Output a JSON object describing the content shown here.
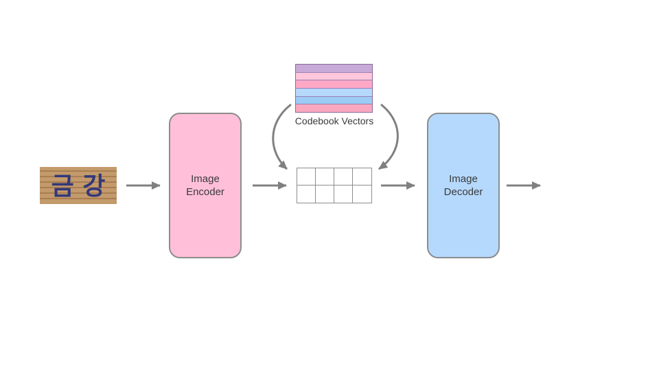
{
  "input_image": {
    "text": "금 강",
    "colors": {
      "background": "#c39a6b",
      "stripe": "#a97e52",
      "glyph": "#33387a"
    }
  },
  "encoder": {
    "line1": "Image",
    "line2": "Encoder",
    "color": "#ffbfd9"
  },
  "decoder": {
    "line1": "Image",
    "line2": "Decoder",
    "color": "#b5d9fd"
  },
  "codebook": {
    "label": "Codebook Vectors",
    "rows": [
      "#c8aad9",
      "#ffc6dc",
      "#ffa8c6",
      "#b6d9fb",
      "#9ccbf6",
      "#f9a8bf"
    ]
  },
  "latent_grid": {
    "rows": 2,
    "cols": 4
  },
  "colors": {
    "arrow": "#808080",
    "border": "#8c8c8c"
  }
}
